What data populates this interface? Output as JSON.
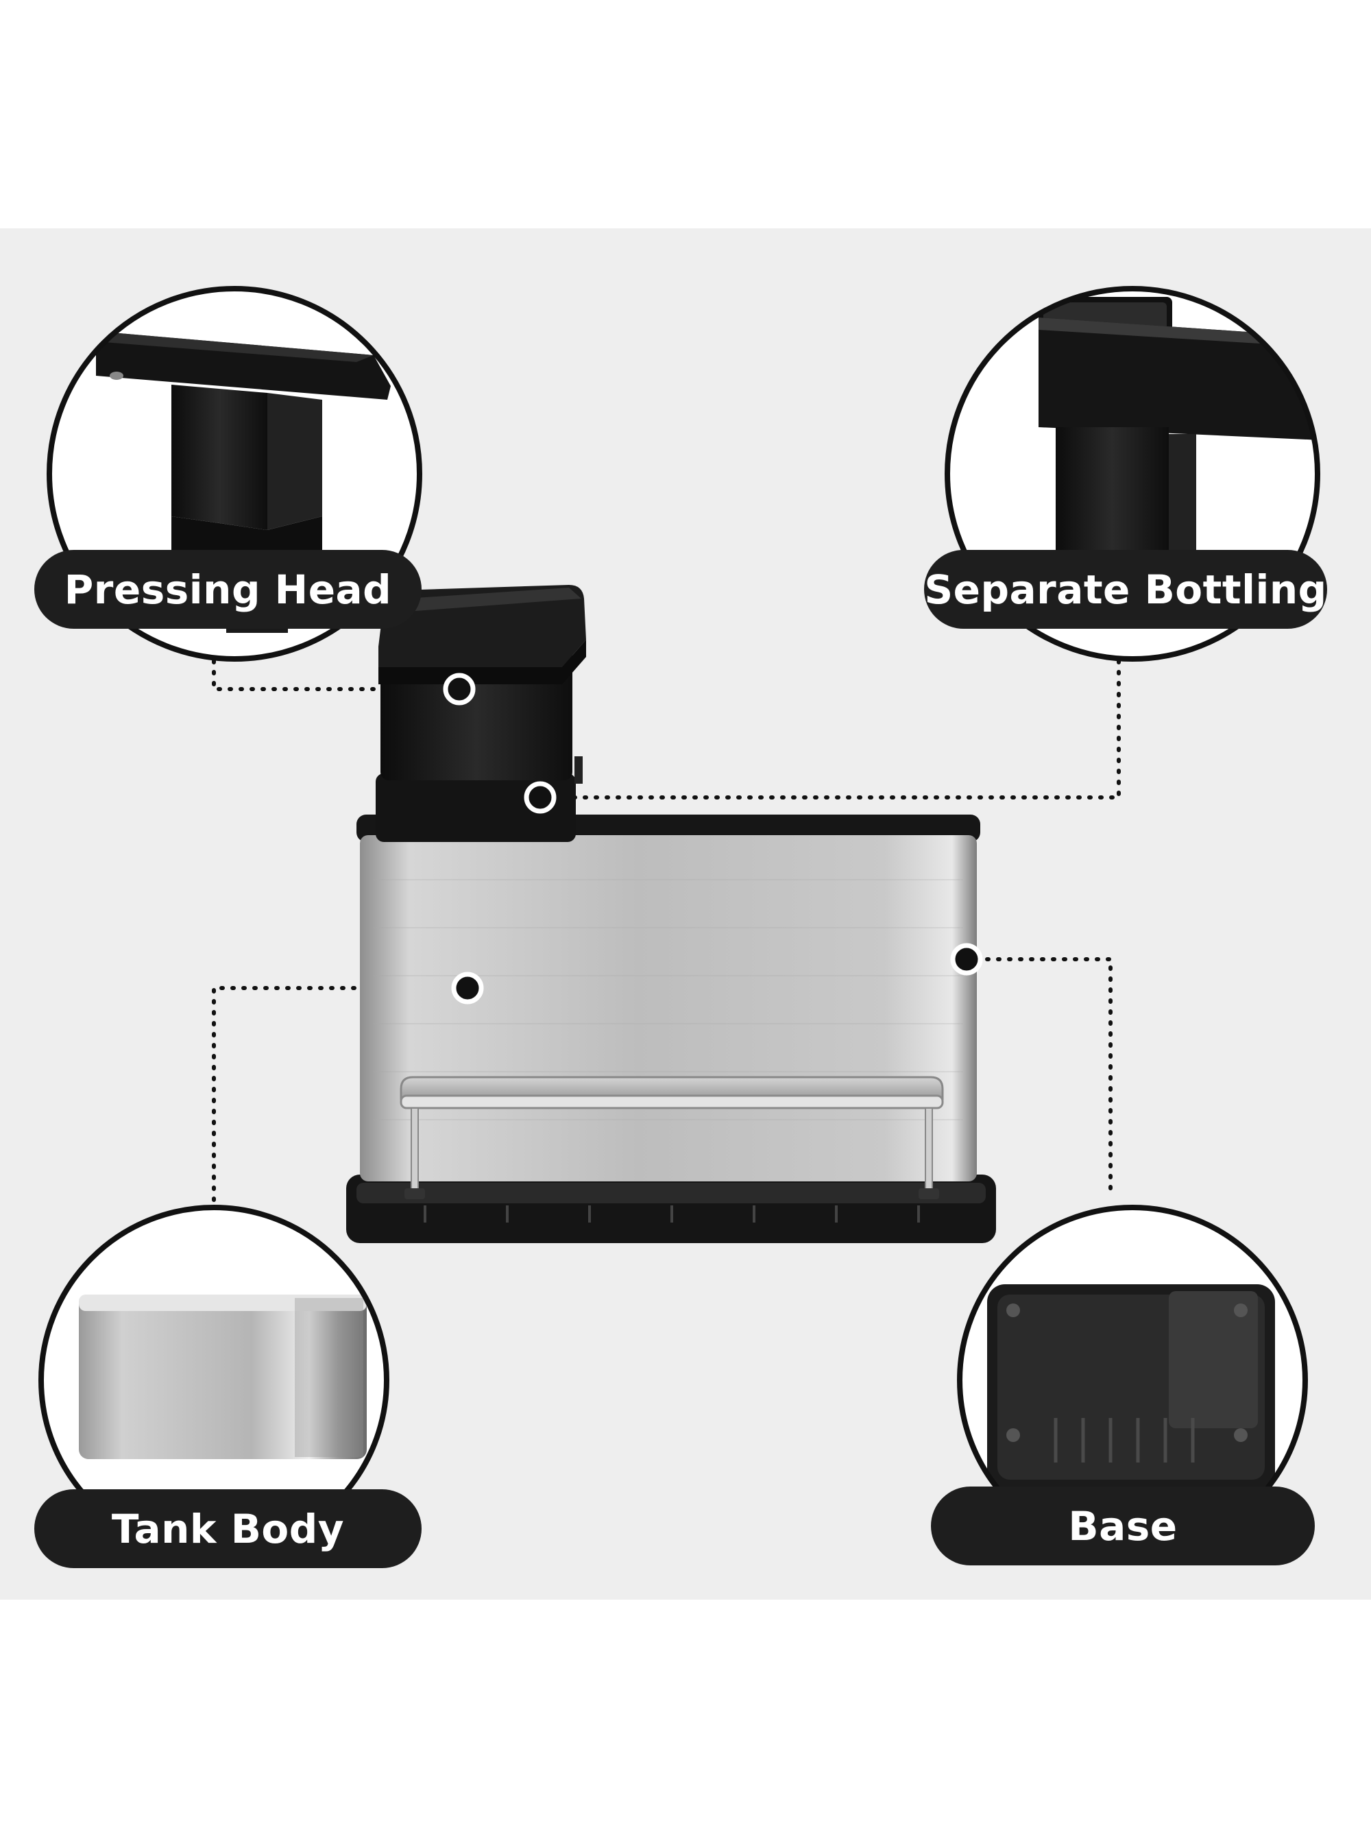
{
  "labels": {
    "pressing_head": "Pressing Head",
    "separate_bottling": "Separate Bottling",
    "tank_body": "Tank Body",
    "base": "Base"
  },
  "colors": {
    "background": "#eeeeee",
    "pill": "#1e1e1e",
    "pill_text": "#ffffff",
    "plastic": "#1a1a1a",
    "steel": "#b8b8b8"
  },
  "icons": {
    "callout_dot": "filled-circle-with-white-ring"
  }
}
